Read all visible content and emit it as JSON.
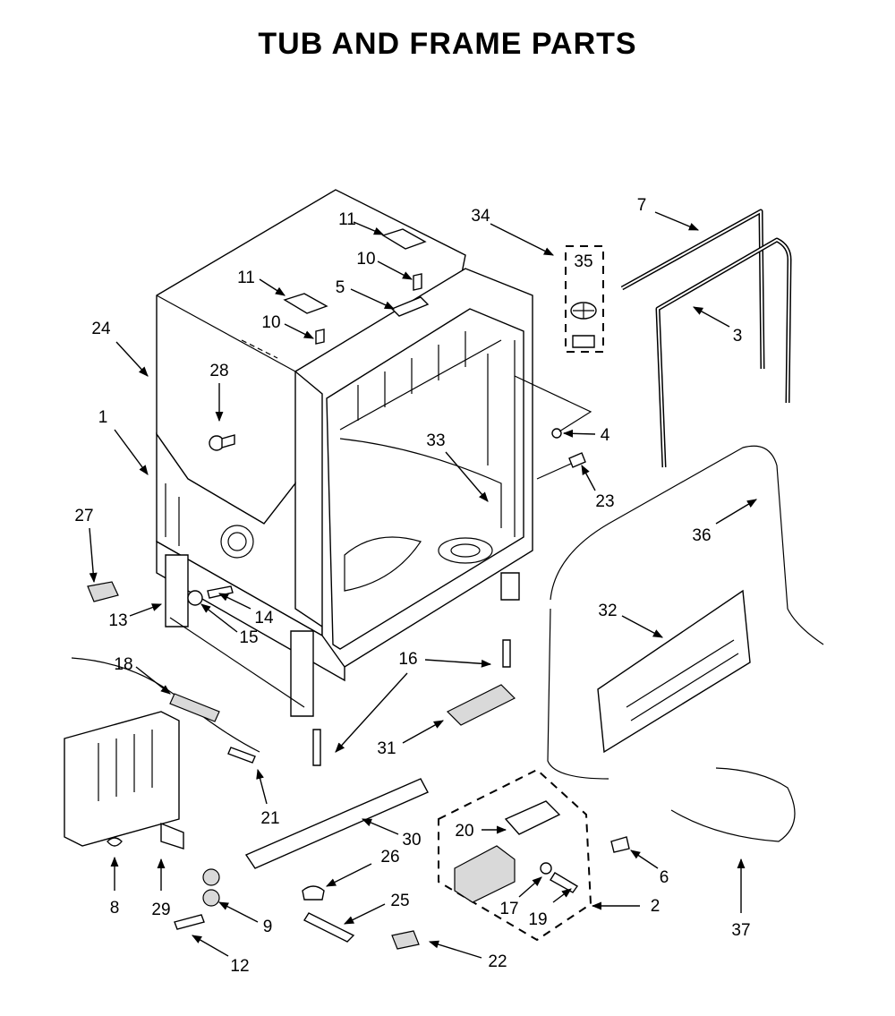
{
  "title": "TUB AND FRAME PARTS",
  "callouts": [
    {
      "id": "c1",
      "label": "1"
    },
    {
      "id": "c2",
      "label": "2"
    },
    {
      "id": "c3",
      "label": "3"
    },
    {
      "id": "c4",
      "label": "4"
    },
    {
      "id": "c5",
      "label": "5"
    },
    {
      "id": "c6",
      "label": "6"
    },
    {
      "id": "c7",
      "label": "7"
    },
    {
      "id": "c8",
      "label": "8"
    },
    {
      "id": "c9",
      "label": "9"
    },
    {
      "id": "c10a",
      "label": "10"
    },
    {
      "id": "c10b",
      "label": "10"
    },
    {
      "id": "c11a",
      "label": "11"
    },
    {
      "id": "c11b",
      "label": "11"
    },
    {
      "id": "c12",
      "label": "12"
    },
    {
      "id": "c13",
      "label": "13"
    },
    {
      "id": "c14",
      "label": "14"
    },
    {
      "id": "c15",
      "label": "15"
    },
    {
      "id": "c16",
      "label": "16"
    },
    {
      "id": "c17",
      "label": "17"
    },
    {
      "id": "c18",
      "label": "18"
    },
    {
      "id": "c19",
      "label": "19"
    },
    {
      "id": "c20",
      "label": "20"
    },
    {
      "id": "c21",
      "label": "21"
    },
    {
      "id": "c22",
      "label": "22"
    },
    {
      "id": "c23",
      "label": "23"
    },
    {
      "id": "c24",
      "label": "24"
    },
    {
      "id": "c25",
      "label": "25"
    },
    {
      "id": "c26",
      "label": "26"
    },
    {
      "id": "c27",
      "label": "27"
    },
    {
      "id": "c28",
      "label": "28"
    },
    {
      "id": "c29",
      "label": "29"
    },
    {
      "id": "c30",
      "label": "30"
    },
    {
      "id": "c31",
      "label": "31"
    },
    {
      "id": "c32",
      "label": "32"
    },
    {
      "id": "c33",
      "label": "33"
    },
    {
      "id": "c34",
      "label": "34"
    },
    {
      "id": "c35",
      "label": "35"
    },
    {
      "id": "c36",
      "label": "36"
    },
    {
      "id": "c37",
      "label": "37"
    }
  ]
}
